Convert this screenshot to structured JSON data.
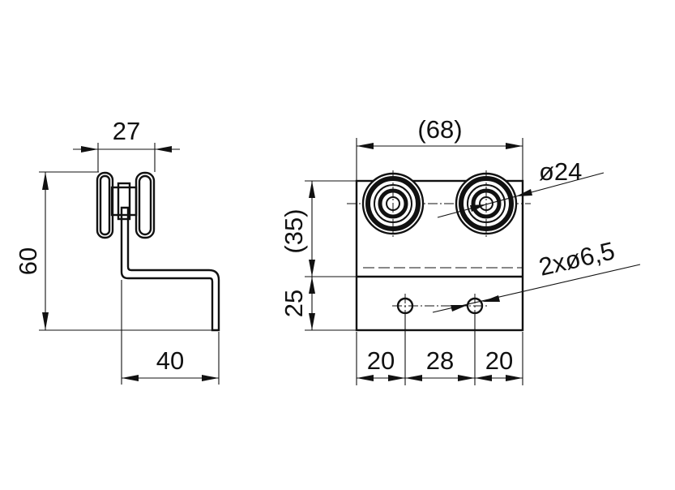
{
  "side_view": {
    "dim_width_top": "27",
    "dim_height": "60",
    "dim_width_bottom": "40"
  },
  "front_view": {
    "dim_overall_width": "(68)",
    "dim_wheel_diameter": "ø24",
    "dim_upper_height": "(35)",
    "dim_lower_height": "25",
    "dim_hole_diameter": "2xø6,5",
    "dim_bottom_left": "20",
    "dim_bottom_middle": "28",
    "dim_bottom_right": "20"
  },
  "colors": {
    "line": "#111111",
    "background": "#ffffff"
  }
}
